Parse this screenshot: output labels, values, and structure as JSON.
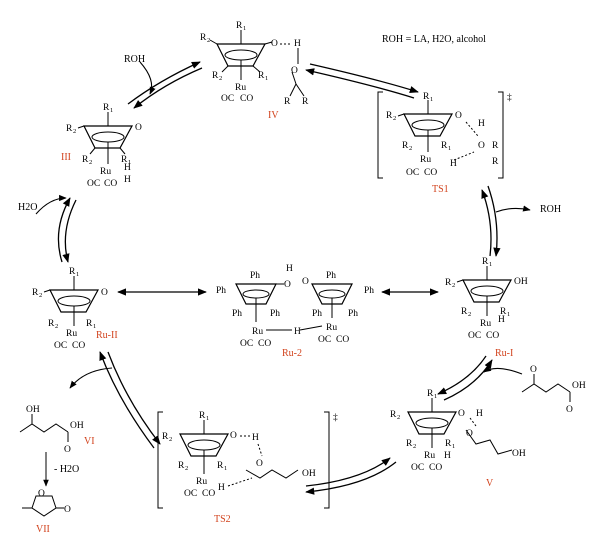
{
  "title": "ROH = LA, H2O, alcohol",
  "colors": {
    "label": "#d2421c",
    "ink": "#000000",
    "background": "#ffffff"
  },
  "labels": {
    "iv": "IV",
    "iii": "III",
    "ts1": "TS1",
    "ru_ii": "Ru-II",
    "ru_2": "Ru-2",
    "ru_i": "Ru-I",
    "vi": "VI",
    "vii": "VII",
    "ts2": "TS2",
    "v": "V"
  },
  "reagents": {
    "roh_in": "ROH",
    "roh_out": "ROH",
    "h2o_in": "H2O",
    "minus_h2o": "- H2O"
  },
  "atoms": {
    "r1": "R",
    "r2": "R",
    "one": "1",
    "two": "2",
    "ru": "Ru",
    "co": "CO",
    "oc": "OC",
    "o": "O",
    "h": "H",
    "oh": "OH",
    "r": "R",
    "ph": "Ph"
  },
  "dagger": "‡"
}
